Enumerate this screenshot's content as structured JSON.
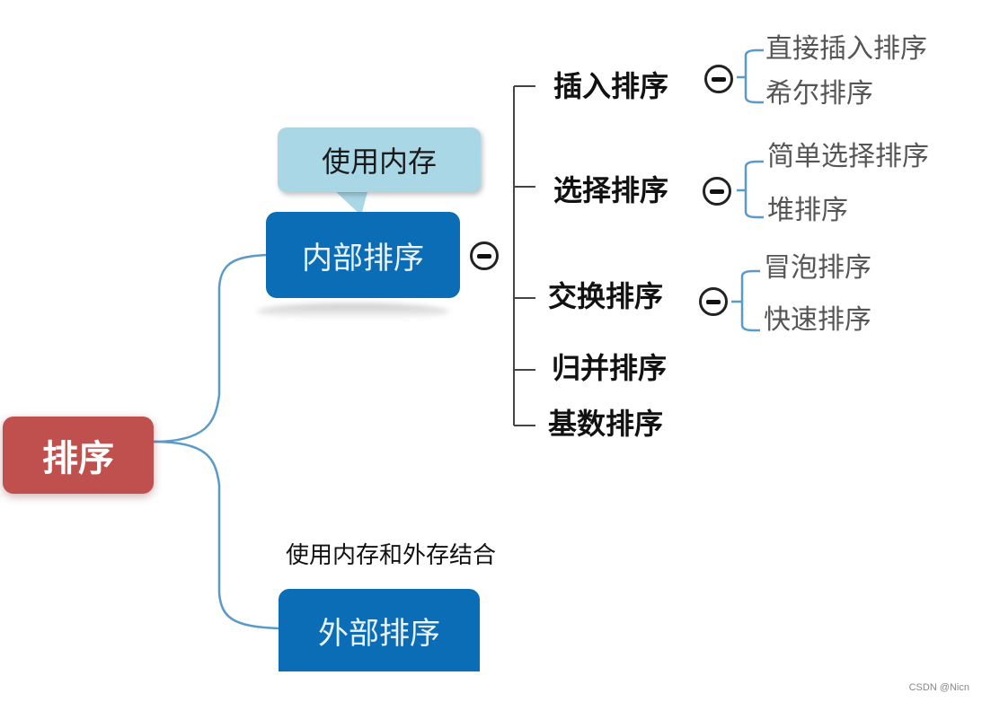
{
  "colors": {
    "root_fill": "#c0504d",
    "node_fill": "#0b6db5",
    "callout_fill": "#a9d7e6",
    "connector": "#5a9ac8"
  },
  "root": {
    "label": "排序"
  },
  "internal": {
    "label": "内部排序",
    "callout": "使用内存",
    "children": [
      {
        "label": "插入排序",
        "children": [
          "直接插入排序",
          "希尔排序"
        ]
      },
      {
        "label": "选择排序",
        "children": [
          "简单选择排序",
          "堆排序"
        ]
      },
      {
        "label": "交换排序",
        "children": [
          "冒泡排序",
          "快速排序"
        ]
      },
      {
        "label": "归并排序",
        "children": []
      },
      {
        "label": "基数排序",
        "children": []
      }
    ]
  },
  "external": {
    "label": "外部排序",
    "note": "使用内存和外存结合"
  },
  "credit": "CSDN @Nicn"
}
